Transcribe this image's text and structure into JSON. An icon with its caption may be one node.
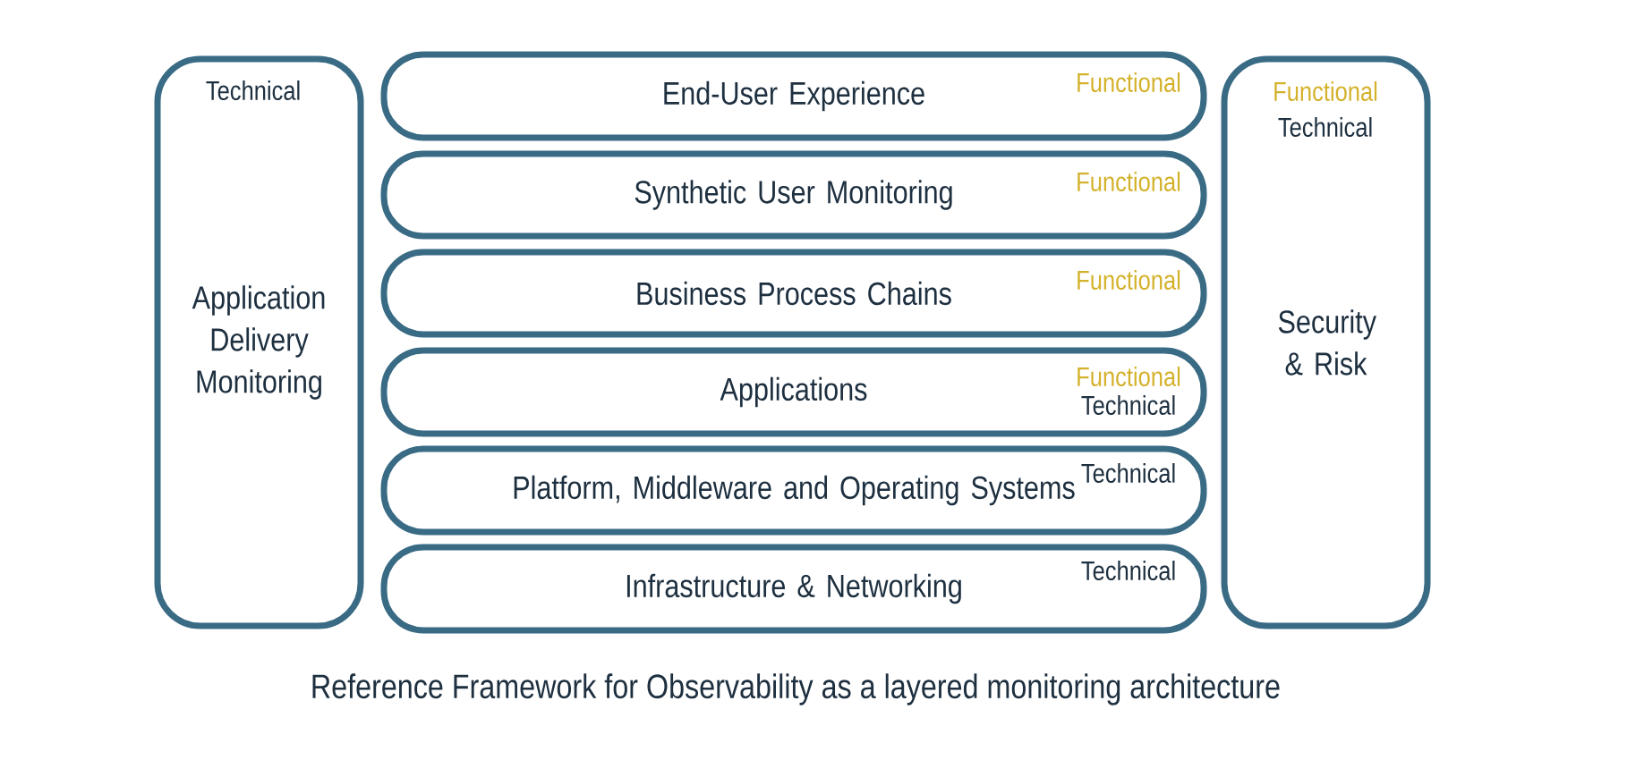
{
  "diagram": {
    "caption": "Reference Framework for Observability as a layered monitoring architecture",
    "nodes": [
      {
        "text": [
          "Technical",
          "Application Delivery Monitoring"
        ]
      },
      {
        "text": [
          "End-User Experience",
          "Functional"
        ]
      },
      {
        "text": [
          "Synthetic User Monitoring",
          "Functional"
        ]
      },
      {
        "text": [
          "Business Process Chains",
          "Functional"
        ]
      },
      {
        "text": [
          "Applications",
          "Functional",
          "Technical"
        ]
      },
      {
        "text": [
          "Platform, Middleware and Operating Systems",
          "Technical"
        ]
      },
      {
        "text": [
          "Infrastructure & Networking",
          "Technical"
        ]
      },
      {
        "text": [
          "Functional",
          "Technical",
          "Security & Risk"
        ]
      }
    ]
  }
}
